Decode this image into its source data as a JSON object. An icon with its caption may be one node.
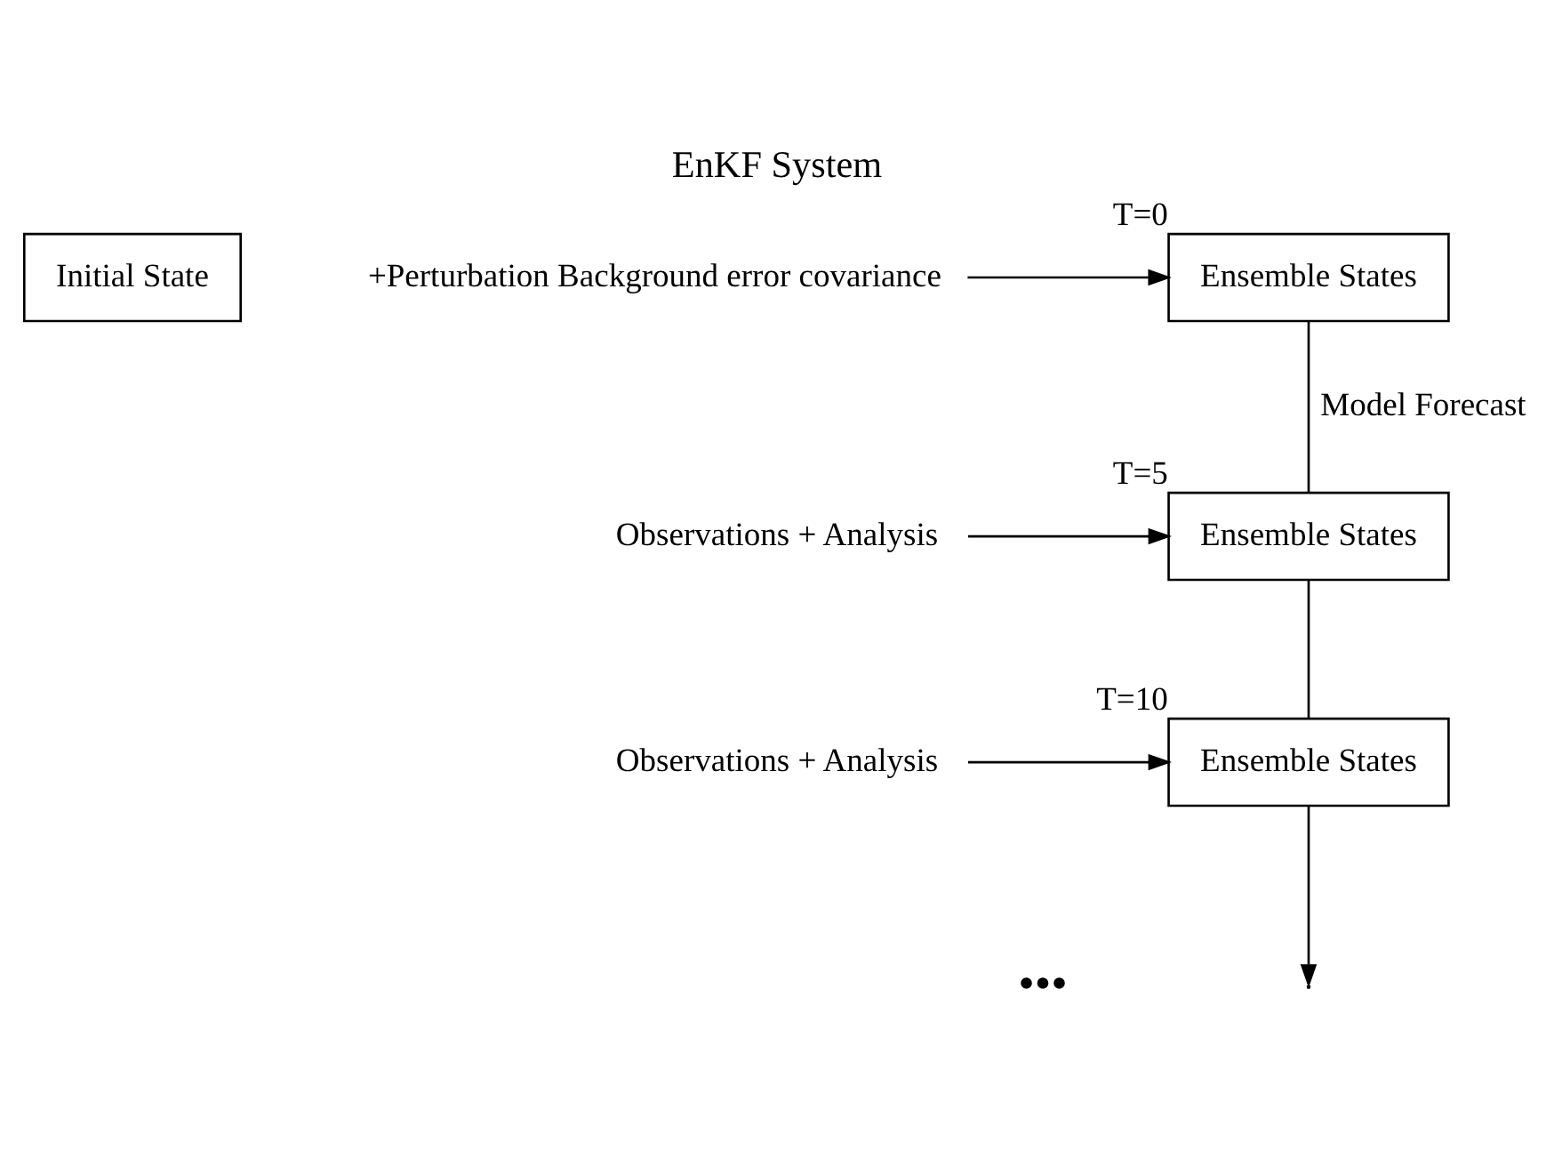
{
  "diagram": {
    "title": "EnKF System",
    "nodes": [
      {
        "text": [
          "Initial State"
        ]
      },
      {
        "text": [
          "+Perturbation Background error covariance"
        ]
      },
      {
        "text": [
          "Ensemble States"
        ],
        "beside": [
          "T=0"
        ]
      },
      {
        "text": [
          "Observations + Analysis"
        ]
      },
      {
        "text": [
          "Ensemble States"
        ],
        "beside": [
          "T=5"
        ]
      },
      {
        "text": [
          "Observations + Analysis"
        ]
      },
      {
        "text": [
          "Ensemble States"
        ],
        "beside": [
          "T=10"
        ]
      }
    ],
    "edges": [
      {
        "from": 1,
        "to": 2,
        "arrow": "to"
      },
      {
        "from": 2,
        "to": 4,
        "arrow": "none",
        "label": "Model Forecast"
      },
      {
        "from": 3,
        "to": 4,
        "arrow": "to"
      },
      {
        "from": 4,
        "to": 6,
        "arrow": "none"
      },
      {
        "from": 5,
        "to": 6,
        "arrow": "to"
      },
      {
        "from": 6,
        "to": null,
        "arrow": "to"
      }
    ],
    "labels": [
      "•••"
    ]
  }
}
